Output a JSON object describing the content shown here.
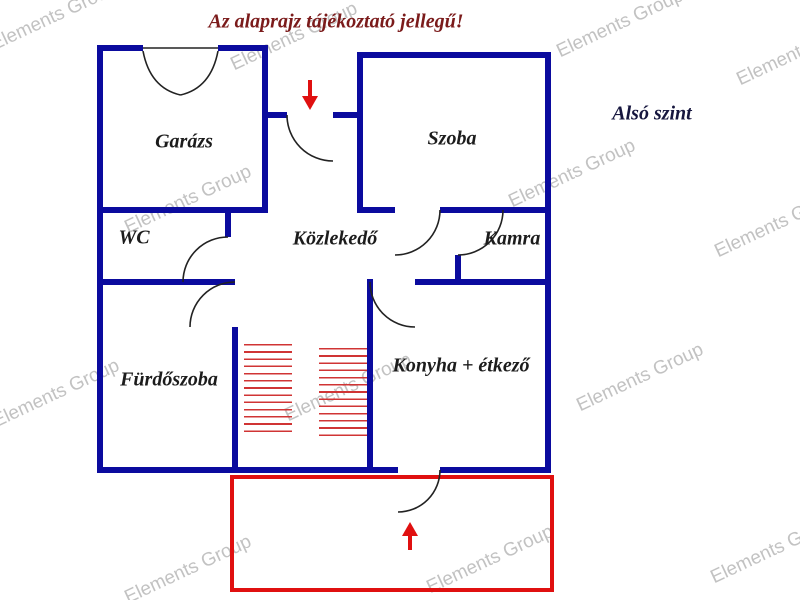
{
  "title": "Az alaprajz tájékoztató jellegű!",
  "floor_label": "Alsó szint",
  "watermark": {
    "text": "Elements Group"
  },
  "rooms": {
    "garage": "Garázs",
    "bedroom": "Szoba",
    "wc": "WC",
    "hallway": "Közlekedő",
    "pantry": "Kamra",
    "bathroom": "Fürdőszoba",
    "kitchen": "Konyha + étkező"
  },
  "icons": {
    "entrance_arrow": "red-down-arrow",
    "terrace_arrow": "red-up-arrow"
  },
  "colors": {
    "wall": "#0b0b9e",
    "accent_red": "#e01010",
    "stairs_red": "#d03434",
    "title_text": "#7b1b1b",
    "room_text": "#1c1c1c",
    "watermark": "#b7b7b7"
  }
}
